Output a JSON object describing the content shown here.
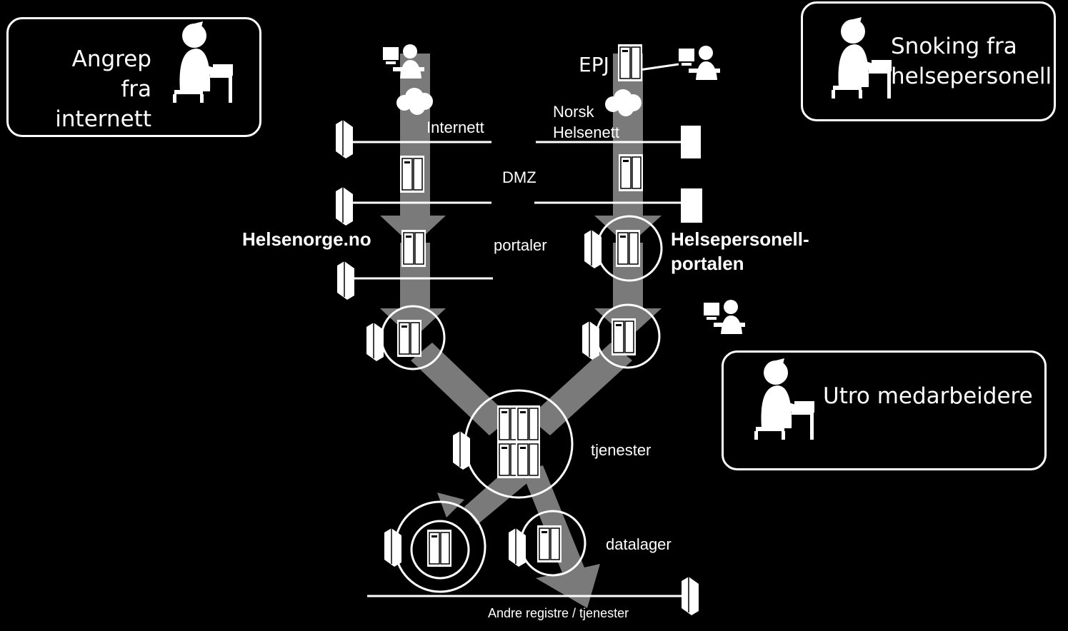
{
  "threats": {
    "internet": {
      "line1": "Angrep",
      "line2": "fra internett"
    },
    "snooping": {
      "line1": "Snoking fra",
      "line2": "helsepersonell"
    },
    "insider": {
      "line1": "Utro medarbeidere"
    }
  },
  "nodes": {
    "epj": "EPJ",
    "internet_label": "Internett",
    "norsk_helsenett_line1": "Norsk",
    "norsk_helsenett_line2": "Helsenett",
    "dmz": "DMZ",
    "portals": "portaler",
    "helsenorge": "Helsenorge.no",
    "hp_portal_line1": "Helsepersonell-",
    "hp_portal_line2": "portalen",
    "services": "tjenester",
    "datastore": "datalager",
    "other_registries": "Andre registre / tjenester"
  },
  "colors": {
    "background": "#000000",
    "foreground": "#ffffff",
    "flow_arrow": "#7a7a7a"
  }
}
